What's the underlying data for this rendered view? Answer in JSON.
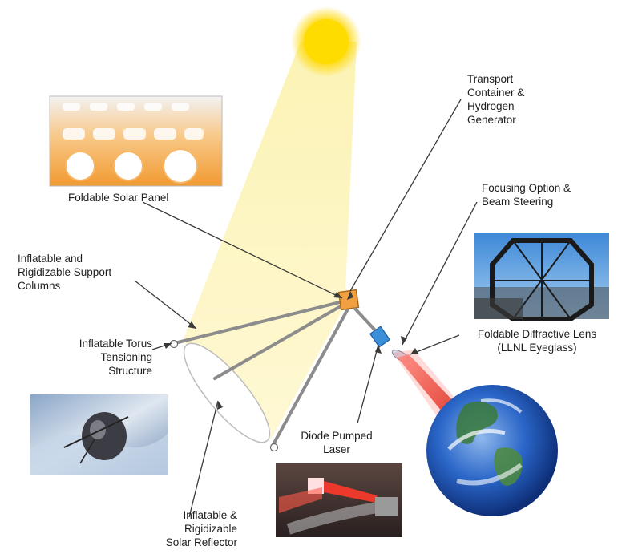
{
  "labels": {
    "transport": [
      "Transport",
      "Container &",
      "Hydrogen",
      "Generator"
    ],
    "solar_panel": [
      "Foldable Solar Panel"
    ],
    "focusing": [
      "Focusing Option &",
      "Beam Steering"
    ],
    "support": [
      "Inflatable and",
      "Rigidizable Support",
      "Columns"
    ],
    "torus": [
      "Inflatable Torus",
      "Tensioning",
      "Structure"
    ],
    "lens": [
      "Foldable Diffractive Lens",
      "(LLNL Eyeglass)"
    ],
    "diode": [
      "Diode Pumped",
      "Laser"
    ],
    "reflector": [
      "Inflatable &",
      "Rigidizable",
      "Solar Reflector"
    ]
  },
  "icons": {
    "sun": "sun-icon",
    "earth": "earth-icon",
    "laser_beam": "laser-beam-icon"
  },
  "colors": {
    "sun": "#ffd400",
    "sunlight": "#fbf3b6",
    "container": "#f0a040",
    "laser": "#e02010",
    "diode_housing": "#3a8fd8",
    "solar_panel": "#f4a640",
    "ocean": "#1e5ec8"
  }
}
